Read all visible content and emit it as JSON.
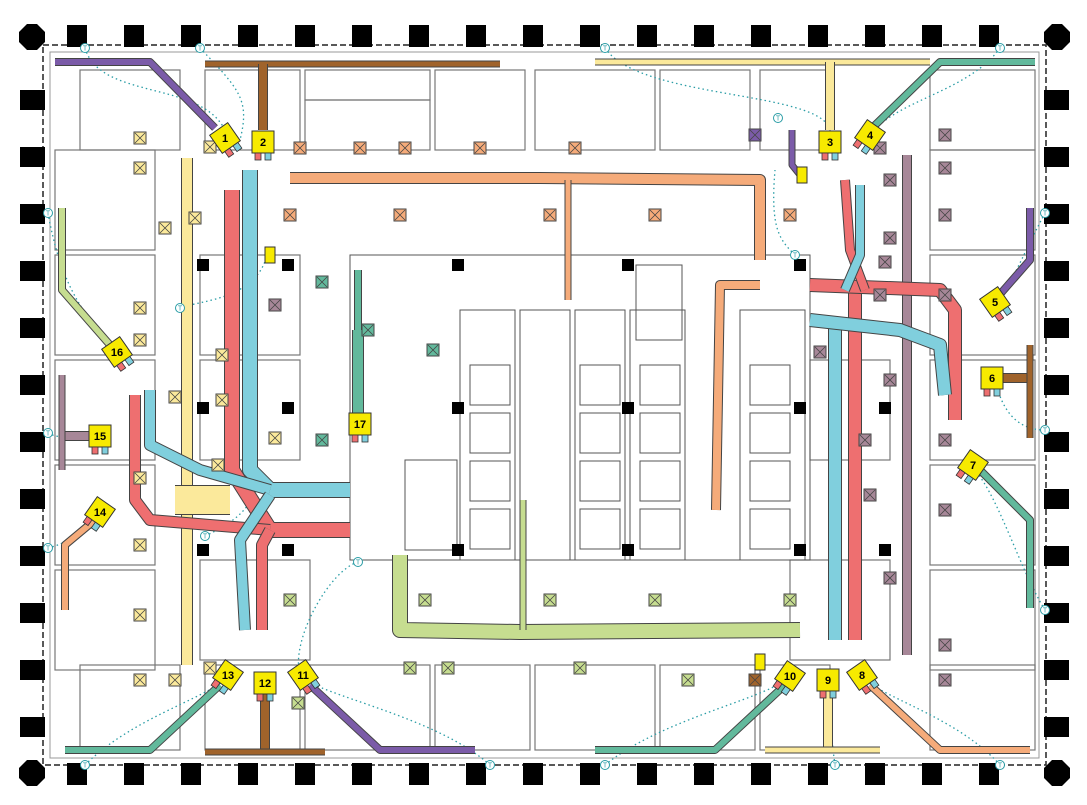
{
  "plan": {
    "thermostat_label": "T",
    "colors": {
      "purple": "#7b5ba8",
      "brown": "#a0632b",
      "yellow": "#fbe99b",
      "teal": "#62b99c",
      "green": "#c6dd90",
      "mauve": "#a78798",
      "orange": "#f5ab7a",
      "red": "#ee6f70",
      "blue": "#80cfdd",
      "vav": "#f7ea00",
      "wall": "#777777",
      "column": "#000000"
    },
    "units": [
      {
        "label": "1",
        "color": "purple"
      },
      {
        "label": "2",
        "color": "brown"
      },
      {
        "label": "3",
        "color": "yellow"
      },
      {
        "label": "4",
        "color": "teal"
      },
      {
        "label": "5",
        "color": "purple"
      },
      {
        "label": "6",
        "color": "brown"
      },
      {
        "label": "7",
        "color": "teal"
      },
      {
        "label": "8",
        "color": "orange"
      },
      {
        "label": "9",
        "color": "yellow"
      },
      {
        "label": "10",
        "color": "teal"
      },
      {
        "label": "11",
        "color": "purple"
      },
      {
        "label": "12",
        "color": "brown"
      },
      {
        "label": "13",
        "color": "teal"
      },
      {
        "label": "14",
        "color": "orange"
      },
      {
        "label": "15",
        "color": "mauve"
      },
      {
        "label": "16",
        "color": "green"
      },
      {
        "label": "17",
        "color": "teal"
      }
    ]
  }
}
